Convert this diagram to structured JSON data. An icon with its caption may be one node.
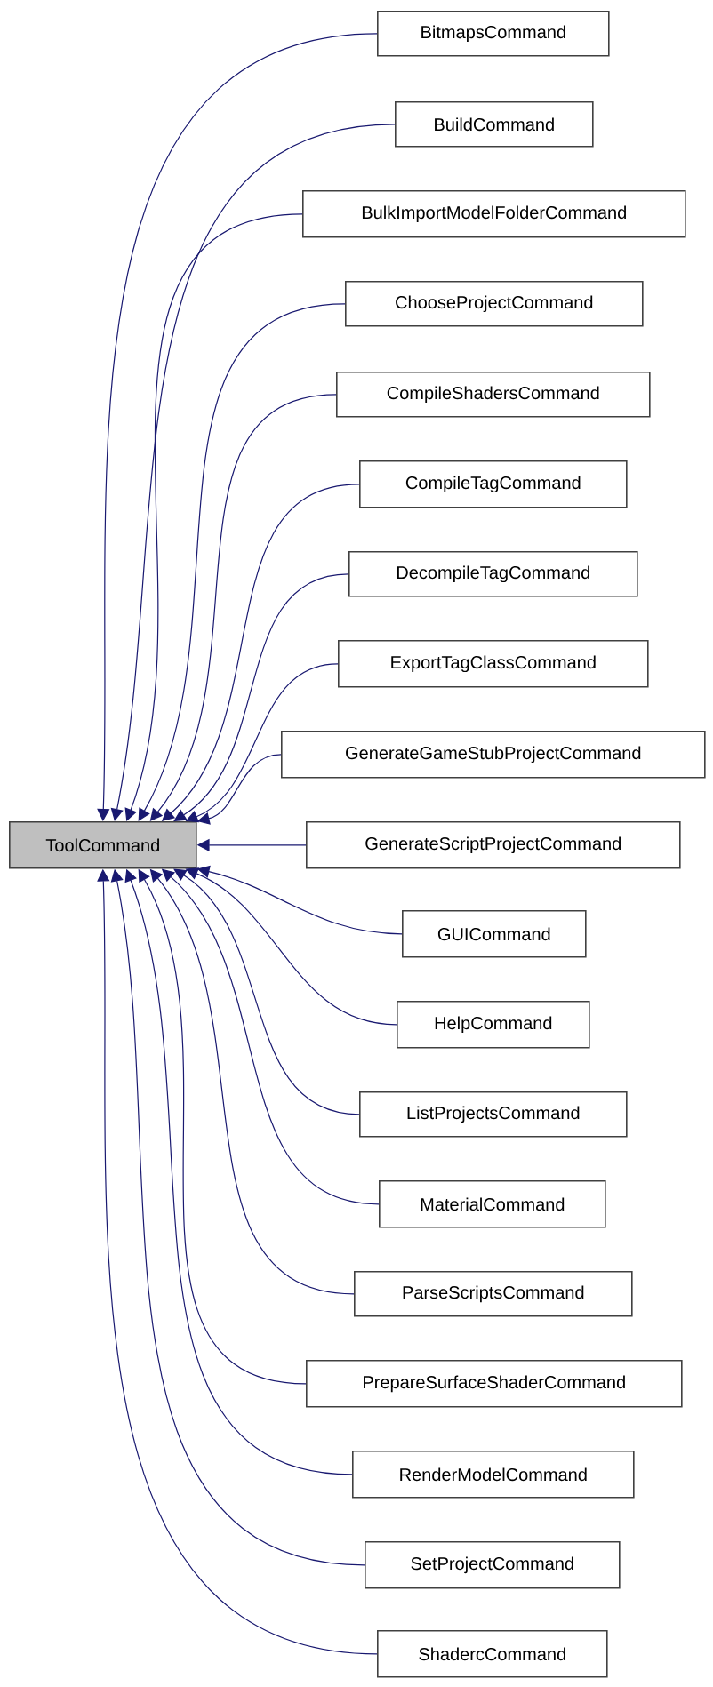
{
  "diagram": {
    "nodes": [
      {
        "text": [
          "ToolCommand"
        ]
      },
      {
        "text": [
          "BitmapsCommand"
        ]
      },
      {
        "text": [
          "BuildCommand"
        ]
      },
      {
        "text": [
          "BulkImportModelFolderCommand"
        ]
      },
      {
        "text": [
          "ChooseProjectCommand"
        ]
      },
      {
        "text": [
          "CompileShadersCommand"
        ]
      },
      {
        "text": [
          "CompileTagCommand"
        ]
      },
      {
        "text": [
          "DecompileTagCommand"
        ]
      },
      {
        "text": [
          "ExportTagClassCommand"
        ]
      },
      {
        "text": [
          "GenerateGameStubProjectCommand"
        ]
      },
      {
        "text": [
          "GenerateScriptProjectCommand"
        ]
      },
      {
        "text": [
          "GUICommand"
        ]
      },
      {
        "text": [
          "HelpCommand"
        ]
      },
      {
        "text": [
          "ListProjectsCommand"
        ]
      },
      {
        "text": [
          "MaterialCommand"
        ]
      },
      {
        "text": [
          "ParseScriptsCommand"
        ]
      },
      {
        "text": [
          "PrepareSurfaceShaderCommand"
        ]
      },
      {
        "text": [
          "RenderModelCommand"
        ]
      },
      {
        "text": [
          "SetProjectCommand"
        ]
      },
      {
        "text": [
          "ShadercCommand"
        ]
      }
    ],
    "edges": [
      {
        "from": 1,
        "to": 0,
        "arrow": "to"
      },
      {
        "from": 2,
        "to": 0,
        "arrow": "to"
      },
      {
        "from": 3,
        "to": 0,
        "arrow": "to"
      },
      {
        "from": 4,
        "to": 0,
        "arrow": "to"
      },
      {
        "from": 5,
        "to": 0,
        "arrow": "to"
      },
      {
        "from": 6,
        "to": 0,
        "arrow": "to"
      },
      {
        "from": 7,
        "to": 0,
        "arrow": "to"
      },
      {
        "from": 8,
        "to": 0,
        "arrow": "to"
      },
      {
        "from": 9,
        "to": 0,
        "arrow": "to"
      },
      {
        "from": 10,
        "to": 0,
        "arrow": "to"
      },
      {
        "from": 11,
        "to": 0,
        "arrow": "to"
      },
      {
        "from": 12,
        "to": 0,
        "arrow": "to"
      },
      {
        "from": 13,
        "to": 0,
        "arrow": "to"
      },
      {
        "from": 14,
        "to": 0,
        "arrow": "to"
      },
      {
        "from": 15,
        "to": 0,
        "arrow": "to"
      },
      {
        "from": 16,
        "to": 0,
        "arrow": "to"
      },
      {
        "from": 17,
        "to": 0,
        "arrow": "to"
      },
      {
        "from": 18,
        "to": 0,
        "arrow": "to"
      },
      {
        "from": 19,
        "to": 0,
        "arrow": "to"
      }
    ]
  }
}
